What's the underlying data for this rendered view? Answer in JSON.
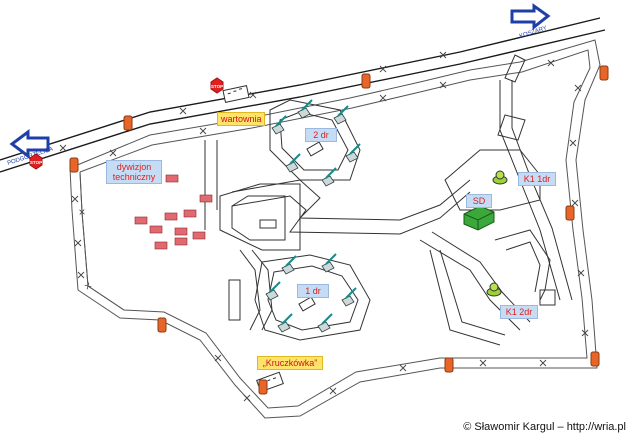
{
  "labels": {
    "dr2": "2 dr",
    "dr1": "1 dr",
    "dywizjon": "dywizjon techniczny",
    "wartownia": "wartownia",
    "kruczkowka": "„Kruczkówka”",
    "sd": "SD",
    "k1_1dr": "K1 1dr",
    "k1_2dr": "K1 2dr"
  },
  "roads": {
    "podgorzelica": "PODGORZELICA",
    "koszary": "KOSZARY"
  },
  "stop_sign": "STOP",
  "credit": "© Sławomir Kargul – http://wria.pl",
  "icons": [
    "stop-sign-icon",
    "arrow-icon",
    "guard-tower-icon",
    "launcher-icon",
    "building-icon",
    "gate-icon"
  ],
  "colors": {
    "road": "#1a1a1a",
    "fence": "#555555",
    "tower": "#e8652a",
    "building": "#e06a70",
    "sd": "#3ba83b",
    "blue_label": "#c6dcf5",
    "yellow_label": "#ffe36b",
    "arrow": "#1f3fa8",
    "label_text": "#e0201c"
  }
}
